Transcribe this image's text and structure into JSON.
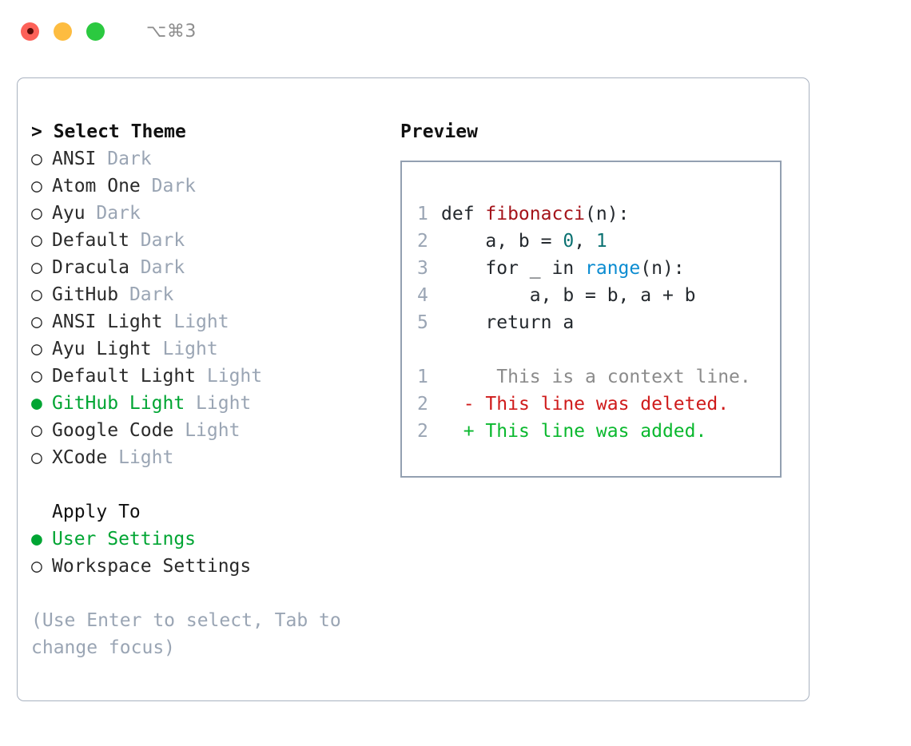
{
  "titlebar": {
    "lights": [
      {
        "name": "close-button",
        "color": "#fd6158",
        "focused": true
      },
      {
        "name": "minimize-button",
        "color": "#fdbc40",
        "focused": false
      },
      {
        "name": "maximize-button",
        "color": "#2bc940",
        "focused": false
      }
    ],
    "shortcut": "⌥⌘3"
  },
  "colors": {
    "accent_green": "#00a533",
    "muted": "#9aa5b4",
    "border": "#a9b2c0",
    "preview_border": "#93a0b1",
    "diff_add": "#0ab82e",
    "diff_del": "#cf1b1b",
    "fn_name": "#a4131a",
    "number": "#0c7272",
    "builtin": "#0b8cd1"
  },
  "theme_panel": {
    "heading": "> Select Theme",
    "items": [
      {
        "bullet": "○",
        "name": "ANSI",
        "category": "Dark",
        "selected": false
      },
      {
        "bullet": "○",
        "name": "Atom One",
        "category": "Dark",
        "selected": false
      },
      {
        "bullet": "○",
        "name": "Ayu",
        "category": "Dark",
        "selected": false
      },
      {
        "bullet": "○",
        "name": "Default",
        "category": "Dark",
        "selected": false
      },
      {
        "bullet": "○",
        "name": "Dracula",
        "category": "Dark",
        "selected": false
      },
      {
        "bullet": "○",
        "name": "GitHub",
        "category": "Dark",
        "selected": false
      },
      {
        "bullet": "○",
        "name": "ANSI Light",
        "category": "Light",
        "selected": false
      },
      {
        "bullet": "○",
        "name": "Ayu Light",
        "category": "Light",
        "selected": false
      },
      {
        "bullet": "○",
        "name": "Default Light",
        "category": "Light",
        "selected": false
      },
      {
        "bullet": "●",
        "name": "GitHub Light",
        "category": "Light",
        "selected": true
      },
      {
        "bullet": "○",
        "name": "Google Code",
        "category": "Light",
        "selected": false
      },
      {
        "bullet": "○",
        "name": "XCode",
        "category": "Light",
        "selected": false
      }
    ]
  },
  "apply_to": {
    "heading": "Apply To",
    "items": [
      {
        "bullet": "●",
        "label": "User Settings",
        "selected": true
      },
      {
        "bullet": "○",
        "label": "Workspace Settings",
        "selected": false
      }
    ]
  },
  "hint": "(Use Enter to select, Tab to change focus)",
  "preview": {
    "title": "Preview",
    "code_lines": [
      {
        "num": "1",
        "tokens": [
          {
            "t": "def ",
            "c": "plain"
          },
          {
            "t": "fibonacci",
            "c": "fn"
          },
          {
            "t": "(n):",
            "c": "plain"
          }
        ]
      },
      {
        "num": "2",
        "tokens": [
          {
            "t": "    a, b = ",
            "c": "plain"
          },
          {
            "t": "0",
            "c": "num"
          },
          {
            "t": ", ",
            "c": "plain"
          },
          {
            "t": "1",
            "c": "num"
          }
        ]
      },
      {
        "num": "3",
        "tokens": [
          {
            "t": "    for _ in ",
            "c": "plain"
          },
          {
            "t": "range",
            "c": "call"
          },
          {
            "t": "(n):",
            "c": "plain"
          }
        ]
      },
      {
        "num": "4",
        "tokens": [
          {
            "t": "        a, b = b, a + b",
            "c": "plain"
          }
        ]
      },
      {
        "num": "5",
        "tokens": [
          {
            "t": "    return a",
            "c": "plain"
          }
        ]
      }
    ],
    "diff_lines": [
      {
        "num": "1",
        "marker": " ",
        "text": "  This is a context line.",
        "kind": "ctx"
      },
      {
        "num": "2",
        "marker": "-",
        "text": " This line was deleted.",
        "kind": "del"
      },
      {
        "num": "2",
        "marker": "+",
        "text": " This line was added.",
        "kind": "add"
      }
    ]
  }
}
